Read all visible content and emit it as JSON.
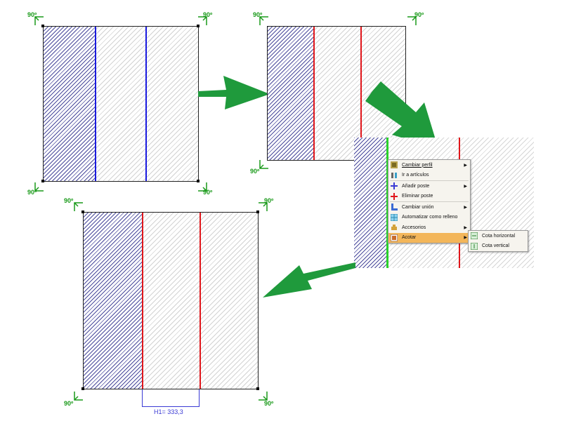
{
  "angle_label": "90º",
  "colors": {
    "post_blue": "#1a1adf",
    "post_red": "#e0161b",
    "post_green": "#2ad12a",
    "arrow_green": "#1f9a3c",
    "angle_green": "#1a9a1a",
    "dim_blue": "#3a3ad4",
    "menu_highlight": "#f3b65a"
  },
  "icons": [
    "curved-arrow-icon",
    "angle-bracket-icon"
  ],
  "context_menu": {
    "items": [
      {
        "label": "Cambiar perfil",
        "icon": "profile-icon",
        "submenu": true
      },
      {
        "label": "Ir a artículos",
        "icon": "articles-icon",
        "submenu": false
      },
      {
        "label": "Añadir poste",
        "icon": "add-post-icon",
        "submenu": true
      },
      {
        "label": "Eliminar poste",
        "icon": "remove-post-icon",
        "submenu": false
      },
      {
        "label": "Cambiar unión",
        "icon": "union-icon",
        "submenu": true
      },
      {
        "label": "Automatizar como relleno",
        "icon": "fill-icon",
        "submenu": false
      },
      {
        "label": "Accesorios",
        "icon": "accessories-icon",
        "submenu": true
      },
      {
        "label": "Acotar",
        "icon": "dimension-icon",
        "submenu": true,
        "active": true
      }
    ],
    "submenu": [
      {
        "label": "Cota horizontal",
        "icon": "dimension-h-icon"
      },
      {
        "label": "Cota vertical",
        "icon": "dimension-v-icon"
      }
    ]
  },
  "dimension_label": "H1= 333,3"
}
